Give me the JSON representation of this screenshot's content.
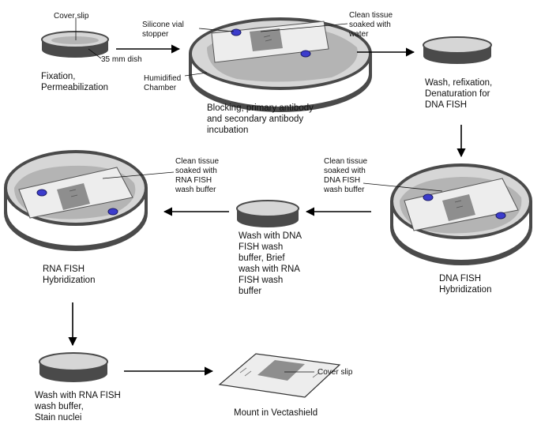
{
  "colors": {
    "dish_rim": "#4a4a4a",
    "dish_floor": "#d6d6d6",
    "tissue": "#b4b4b4",
    "slide": "#ededed",
    "coverslip": "#8e8e8e",
    "stopper": "#3c3ccc",
    "arrow": "#000000"
  },
  "labels": {
    "cover_slip_top": "Cover slip",
    "dish_35mm": "35 mm dish",
    "fixation": [
      "Fixation,",
      "Permeabilization"
    ],
    "silicone_stopper": [
      "Silicone vial",
      "stopper"
    ],
    "humidified_chamber": [
      "Humidified",
      "Chamber"
    ],
    "tissue_water": [
      "Clean tissue",
      "soaked with",
      "water"
    ],
    "blocking": [
      "Blocking, primary antibody",
      "and secondary antibody",
      "incubation"
    ],
    "wash_refix": [
      "Wash, refixation,",
      "Denaturation for",
      "DNA FISH"
    ],
    "tissue_rna_buffer": [
      "Clean tissue",
      "soaked with",
      "RNA FISH",
      "wash buffer"
    ],
    "tissue_dna_buffer": [
      "Clean tissue",
      "soaked with",
      "DNA FISH",
      "wash buffer"
    ],
    "wash_dna_rna": [
      "Wash with DNA",
      "FISH wash",
      "buffer, Brief",
      "wash with RNA",
      "FISH wash",
      "buffer"
    ],
    "rna_hyb": [
      "RNA FISH",
      "Hybridization"
    ],
    "dna_hyb": [
      "DNA FISH",
      "Hybridization"
    ],
    "wash_rna_stain": [
      "Wash with RNA FISH",
      "wash buffer,",
      "Stain nuclei"
    ],
    "cover_slip_bottom": "Cover slip",
    "mount": "Mount in Vectashield"
  }
}
